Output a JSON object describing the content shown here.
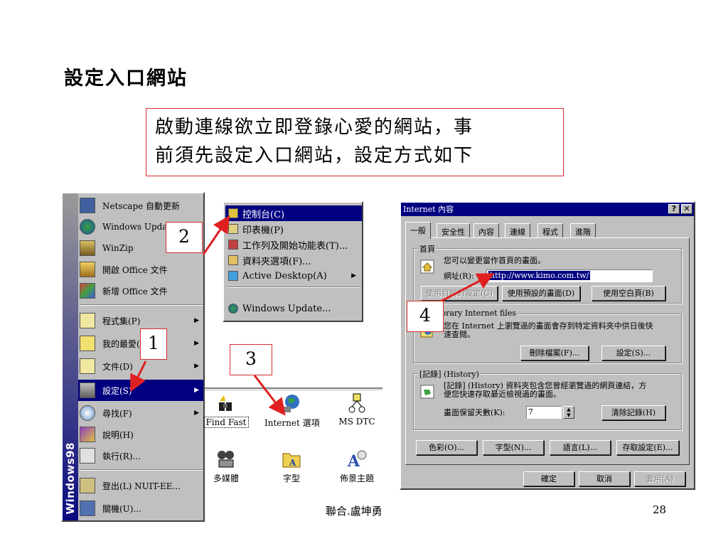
{
  "title": "設定入口網站",
  "callout": {
    "line1": "啟動連線欲立即登錄心愛的網站，事",
    "line2": "前須先設定入口網站，設定方式如下"
  },
  "start_menu": {
    "banner": "Windows98",
    "items": [
      {
        "label": "Netscape 自動更新",
        "icon": "netscape-icon"
      },
      {
        "label": "Windows Update",
        "icon": "windows-update-icon"
      },
      {
        "label": "WinZip",
        "icon": "winzip-icon"
      },
      {
        "label": "開啟 Office 文件",
        "icon": "open-office-doc-icon"
      },
      {
        "label": "新增 Office 文件",
        "icon": "new-office-doc-icon"
      },
      {
        "label": "程式集(P)",
        "icon": "programs-icon"
      },
      {
        "label": "我的最愛(A)",
        "icon": "favorites-icon"
      },
      {
        "label": "文件(D)",
        "icon": "documents-icon"
      },
      {
        "label": "設定(S)",
        "icon": "settings-icon"
      },
      {
        "label": "尋找(F)",
        "icon": "find-icon"
      },
      {
        "label": "說明(H)",
        "icon": "help-icon"
      },
      {
        "label": "執行(R)...",
        "icon": "run-icon"
      },
      {
        "label": "登出(L) NUIT-EE...",
        "icon": "logoff-icon"
      },
      {
        "label": "關機(U)...",
        "icon": "shutdown-icon"
      }
    ]
  },
  "settings_submenu": {
    "items": [
      {
        "label": "控制台(C)",
        "icon": "control-panel-icon"
      },
      {
        "label": "印表機(P)",
        "icon": "printer-icon"
      },
      {
        "label": "工作列及開始功能表(T)...",
        "icon": "taskbar-icon"
      },
      {
        "label": "資料夾選項(F)...",
        "icon": "folder-options-icon"
      },
      {
        "label": "Active Desktop(A)",
        "icon": "active-desktop-icon"
      },
      {
        "label": "Windows Update...",
        "icon": "windows-update-icon"
      }
    ]
  },
  "control_panel": {
    "icons": [
      {
        "label": "Find Fast",
        "icon": "find-fast-icon"
      },
      {
        "label": "Internet 選項",
        "icon": "internet-options-icon"
      },
      {
        "label": "MS DTC",
        "icon": "ms-dtc-icon"
      },
      {
        "label": "多媒體",
        "icon": "multimedia-icon"
      },
      {
        "label": "字型",
        "icon": "fonts-icon"
      },
      {
        "label": "佈景主題",
        "icon": "themes-icon"
      }
    ]
  },
  "steps": [
    "1",
    "2",
    "3",
    "4"
  ],
  "dialog": {
    "title": "Internet 內容",
    "help_btn": "?",
    "close_btn": "✕",
    "tabs": [
      "一般",
      "安全性",
      "內容",
      "連線",
      "程式",
      "進階"
    ],
    "home": {
      "group": "首頁",
      "desc": "您可以變更當作首頁的畫面。",
      "address_label": "網址(R):",
      "address_value": "http://www.kimo.com.tw/",
      "btn_current": "使用目前的設定(C)",
      "btn_default": "使用預設的畫面(D)",
      "btn_blank": "使用空白頁(B)"
    },
    "temp": {
      "group": "Temporary Internet files",
      "desc1": "您在 Internet 上瀏覽過的畫面會存到特定資料夾中供日後快",
      "desc2": "速查閱。",
      "btn_delete": "刪除檔案(F)...",
      "btn_settings": "設定(S)..."
    },
    "history": {
      "group": "[記錄] (History)",
      "desc1": "[記錄] (History) 資料夾包含您曾經瀏覽過的網頁連結，方",
      "desc2": "便您快速存取最近檢視過的畫面。",
      "days_label": "畫面保留天數(K):",
      "days_value": "7",
      "btn_clear": "清除記錄(H)"
    },
    "bottom_buttons": [
      "色彩(O)...",
      "字型(N)...",
      "語言(L)...",
      "存取設定(E)..."
    ],
    "ok": "確定",
    "cancel": "取消",
    "apply": "套用(A)"
  },
  "footer": {
    "author": "聯合.盧坤勇",
    "page": "28"
  },
  "colors": {
    "callout_border": "#d23030",
    "menu_highlight": "#000080",
    "win_gray": "#c0c0c0",
    "arrow_red": "#e02020"
  }
}
